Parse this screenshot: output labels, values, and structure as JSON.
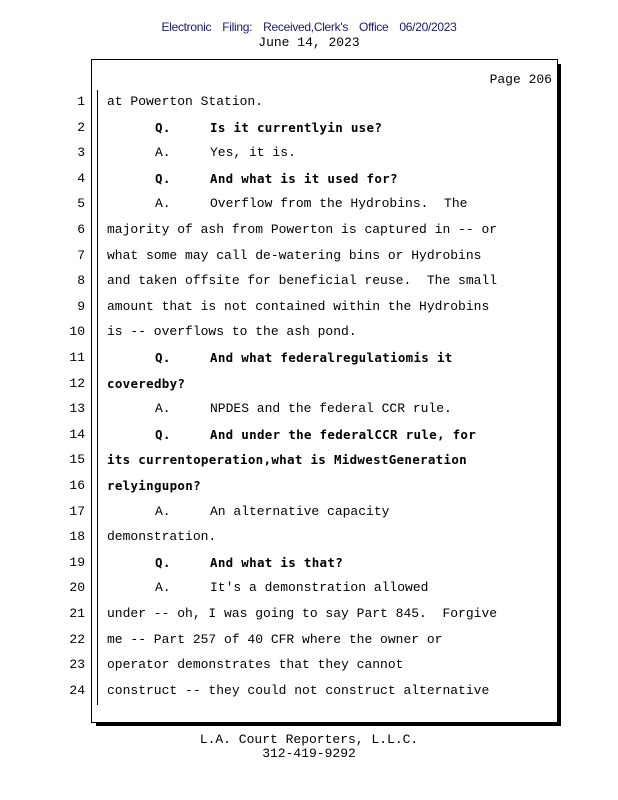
{
  "header": {
    "stamp": "Electronic Filing: Received,Clerk's Office 06/20/2023",
    "date": "June 14, 2023"
  },
  "page_label": "Page 206",
  "lines": [
    {
      "n": "1",
      "text": "at Powerton Station."
    },
    {
      "n": "2",
      "label": "Q.",
      "text": "Is it currentlyin use?",
      "bold": true
    },
    {
      "n": "3",
      "label": "A.",
      "text": "Yes, it is."
    },
    {
      "n": "4",
      "label": "Q.",
      "text": "And what is it used for?",
      "bold": true
    },
    {
      "n": "5",
      "label": "A.",
      "text": "Overflow from the Hydrobins.  The"
    },
    {
      "n": "6",
      "text": "majority of ash from Powerton is captured in -- or"
    },
    {
      "n": "7",
      "text": "what some may call de-watering bins or Hydrobins"
    },
    {
      "n": "8",
      "text": "and taken offsite for beneficial reuse.  The small"
    },
    {
      "n": "9",
      "text": "amount that is not contained within the Hydrobins"
    },
    {
      "n": "10",
      "text": "is -- overflows to the ash pond."
    },
    {
      "n": "11",
      "label": "Q.",
      "text": "And what federalregulatiomis it",
      "bold": true
    },
    {
      "n": "12",
      "text": "coveredby?",
      "bold": true
    },
    {
      "n": "13",
      "label": "A.",
      "text": "NPDES and the federal CCR rule."
    },
    {
      "n": "14",
      "label": "Q.",
      "text": "And under the federalCCR rule, for",
      "bold": true
    },
    {
      "n": "15",
      "text": "its currentoperation,what is MidwestGeneration",
      "bold": true
    },
    {
      "n": "16",
      "text": "relyingupon?",
      "bold": true
    },
    {
      "n": "17",
      "label": "A.",
      "text": "An alternative capacity"
    },
    {
      "n": "18",
      "text": "demonstration."
    },
    {
      "n": "19",
      "label": "Q.",
      "text": "And what is that?",
      "bold": true
    },
    {
      "n": "20",
      "label": "A.",
      "text": "It's a demonstration allowed"
    },
    {
      "n": "21",
      "text": "under -- oh, I was going to say Part 845.  Forgive"
    },
    {
      "n": "22",
      "text": "me -- Part 257 of 40 CFR where the owner or"
    },
    {
      "n": "23",
      "text": "operator demonstrates that they cannot"
    },
    {
      "n": "24",
      "text": "construct -- they could not construct alternative"
    }
  ],
  "footer": {
    "company": "L.A. Court Reporters, L.L.C.",
    "phone": "312-419-9292"
  }
}
